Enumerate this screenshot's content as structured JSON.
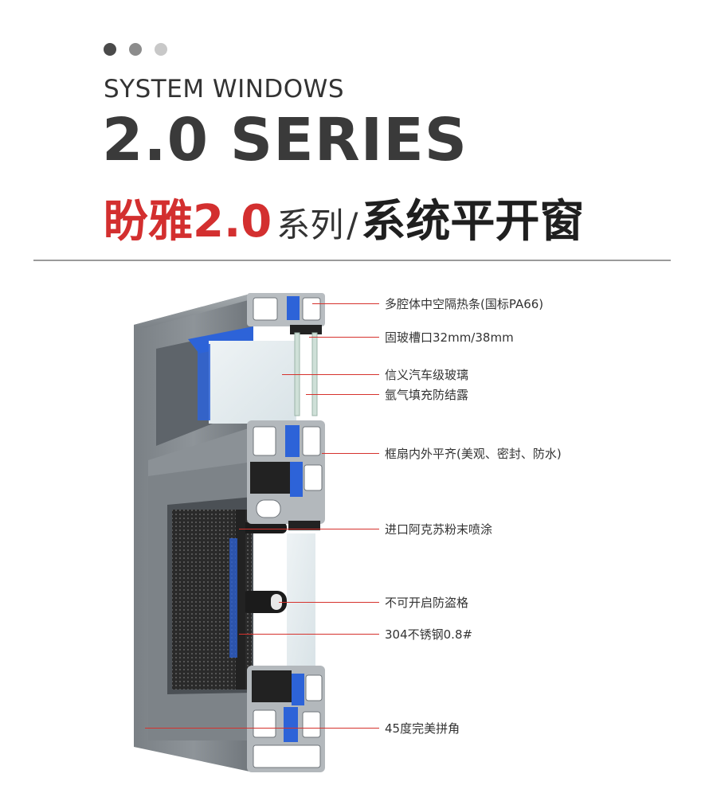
{
  "header": {
    "eyebrow": "SYSTEM WINDOWS",
    "series": "2.0 SERIES",
    "title_red": "盼雅2.0",
    "title_mid": "系列",
    "title_slash": "/",
    "title_bold": "系统平开窗"
  },
  "colors": {
    "accent_red": "#d32f2f",
    "frame_gray": "#6b7176",
    "thermal_blue": "#2d63d8"
  },
  "callouts": [
    {
      "label": "多腔体中空隔热条(国标PA66)"
    },
    {
      "label": "固玻槽口32mm/38mm"
    },
    {
      "label": "信义汽车级玻璃"
    },
    {
      "label": "氩气填充防结露"
    },
    {
      "label": "框扇内外平齐(美观、密封、防水)"
    },
    {
      "label": "进口阿克苏粉末喷涂"
    },
    {
      "label": "不可开启防盗格"
    },
    {
      "label": "304不锈钢0.8#"
    },
    {
      "label": "45度完美拼角"
    }
  ]
}
